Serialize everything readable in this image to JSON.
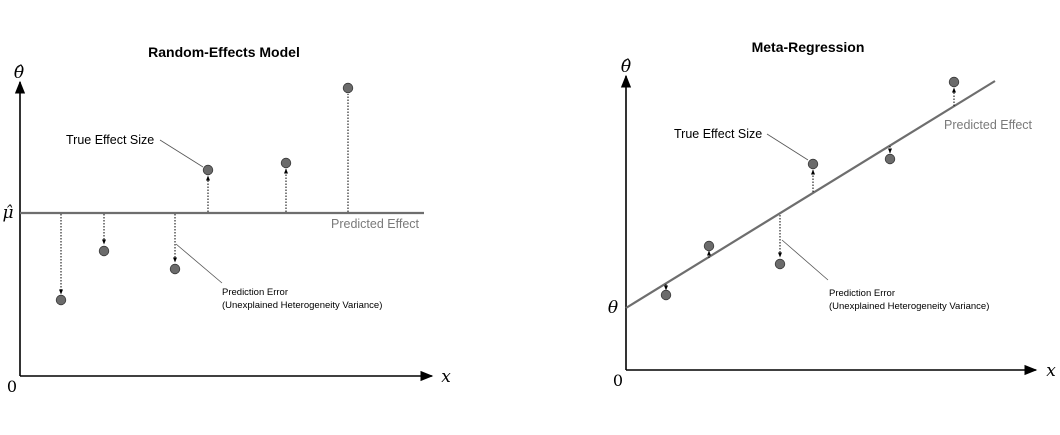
{
  "panels": [
    {
      "title": "Random-Effects Model",
      "y_axis_label": "θ̂",
      "intercept_label": "μ̂",
      "origin_label": "0",
      "x_axis_label": "x",
      "line_label": "Predicted Effect",
      "annotation_true": "True Effect Size",
      "annotation_error_1": "Prediction Error",
      "annotation_error_2": "(Unexplained Heterogeneity Variance)"
    },
    {
      "title": "Meta-Regression",
      "y_axis_label": "θ̂",
      "intercept_label": "θ",
      "origin_label": "0",
      "x_axis_label": "x",
      "line_label": "Predicted Effect",
      "annotation_true": "True Effect Size",
      "annotation_error_1": "Prediction Error",
      "annotation_error_2": "(Unexplained Heterogeneity Variance)"
    }
  ],
  "colors": {
    "line": "#6e6e6e",
    "point": "#6b6b6b",
    "point_edge": "#3a3a3a",
    "label_gray": "#7a7a7a"
  }
}
